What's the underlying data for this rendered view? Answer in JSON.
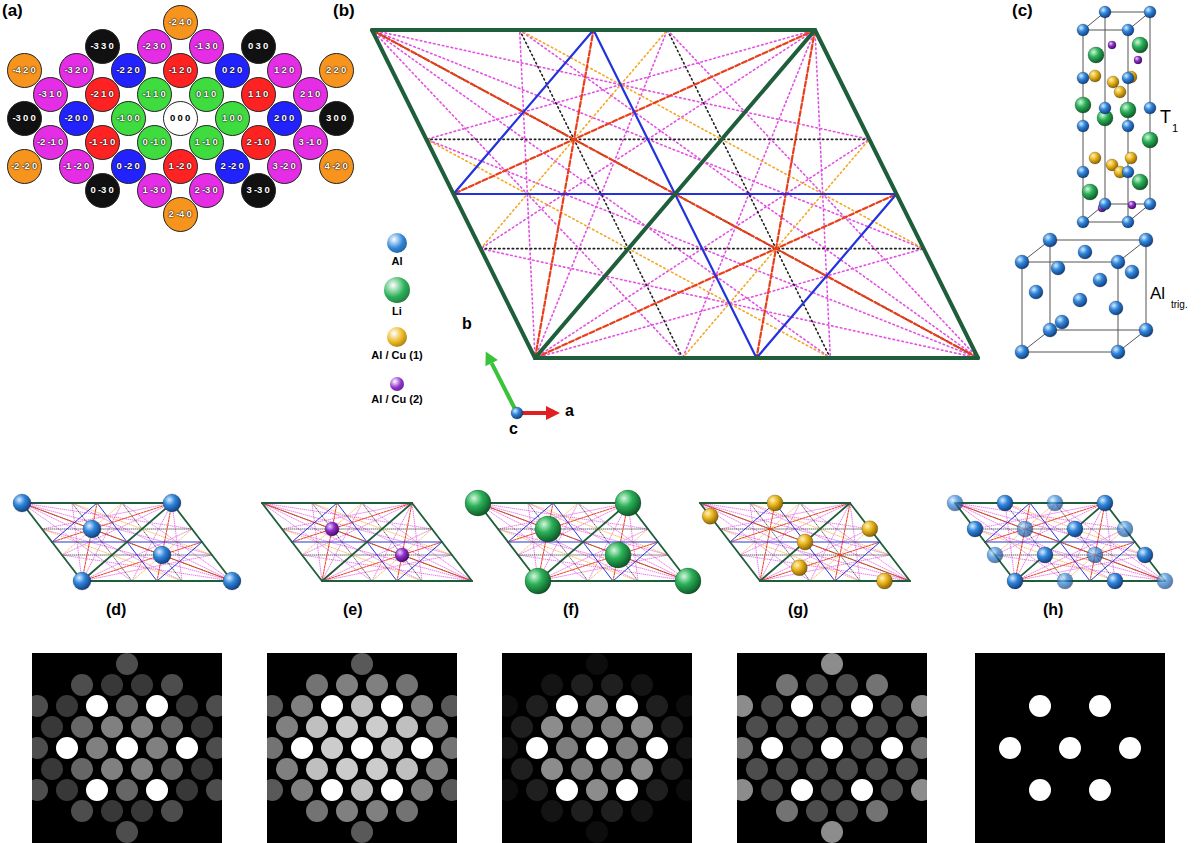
{
  "diagram": {
    "nodes": [
      {
        "text": [
          "-2 4 0"
        ]
      },
      {
        "text": [
          "-3 3 0"
        ]
      },
      {
        "text": [
          "-2 3 0"
        ]
      },
      {
        "text": [
          "-1 3 0"
        ]
      },
      {
        "text": [
          "0 3 0"
        ]
      },
      {
        "text": [
          "-4 2 0"
        ]
      },
      {
        "text": [
          "-3 2 0"
        ]
      },
      {
        "text": [
          "-2 2 0"
        ]
      },
      {
        "text": [
          "-1 2 0"
        ]
      },
      {
        "text": [
          "0 2 0"
        ]
      },
      {
        "text": [
          "1 2 0"
        ]
      },
      {
        "text": [
          "2 2 0"
        ]
      },
      {
        "text": [
          "-3 1 0"
        ]
      },
      {
        "text": [
          "-2 1 0"
        ]
      },
      {
        "text": [
          "-1 1 0"
        ]
      },
      {
        "text": [
          "0 1 0"
        ]
      },
      {
        "text": [
          "1 1 0"
        ]
      },
      {
        "text": [
          "2 1 0"
        ]
      },
      {
        "text": [
          "-3 0 0"
        ]
      },
      {
        "text": [
          "-2 0 0"
        ]
      },
      {
        "text": [
          "-1 0 0"
        ]
      },
      {
        "text": [
          "0 0 0"
        ]
      },
      {
        "text": [
          "1 0 0"
        ]
      },
      {
        "text": [
          "2 0 0"
        ]
      },
      {
        "text": [
          "3 0 0"
        ]
      },
      {
        "text": [
          "-2 -1 0"
        ]
      },
      {
        "text": [
          "-1 -1 0"
        ]
      },
      {
        "text": [
          "0 -1 0"
        ]
      },
      {
        "text": [
          "1 -1 0"
        ]
      },
      {
        "text": [
          "2 -1 0"
        ]
      },
      {
        "text": [
          "3 -1 0"
        ]
      },
      {
        "text": [
          "-2 -2 0"
        ]
      },
      {
        "text": [
          "-1 -2 0"
        ]
      },
      {
        "text": [
          "0 -2 0"
        ]
      },
      {
        "text": [
          "1 -2 0"
        ]
      },
      {
        "text": [
          "2 -2 0"
        ]
      },
      {
        "text": [
          "3 -2 0"
        ]
      },
      {
        "text": [
          "4 -2 0"
        ]
      },
      {
        "text": [
          "0 -3 0"
        ]
      },
      {
        "text": [
          "1 -3 0"
        ]
      },
      {
        "text": [
          "2 -3 0"
        ]
      },
      {
        "text": [
          "3 -3 0"
        ]
      },
      {
        "text": [
          "2 -4 0"
        ]
      }
    ],
    "labels": [
      "(a)",
      "(b)",
      "(c)",
      "b",
      "a",
      "c",
      "T",
      "1",
      "Al",
      "trig.",
      "(d)",
      "(e)",
      "(f)",
      "(g)",
      "(h)"
    ],
    "legend": [
      {
        "text": "Al",
        "color": "#2f86dc"
      },
      {
        "text": "Li",
        "color": "#2bb159"
      },
      {
        "text": "Al / Cu (1)",
        "color": "#eab51c"
      },
      {
        "text": "Al / Cu (2)",
        "color": "#9030cc"
      }
    ]
  }
}
